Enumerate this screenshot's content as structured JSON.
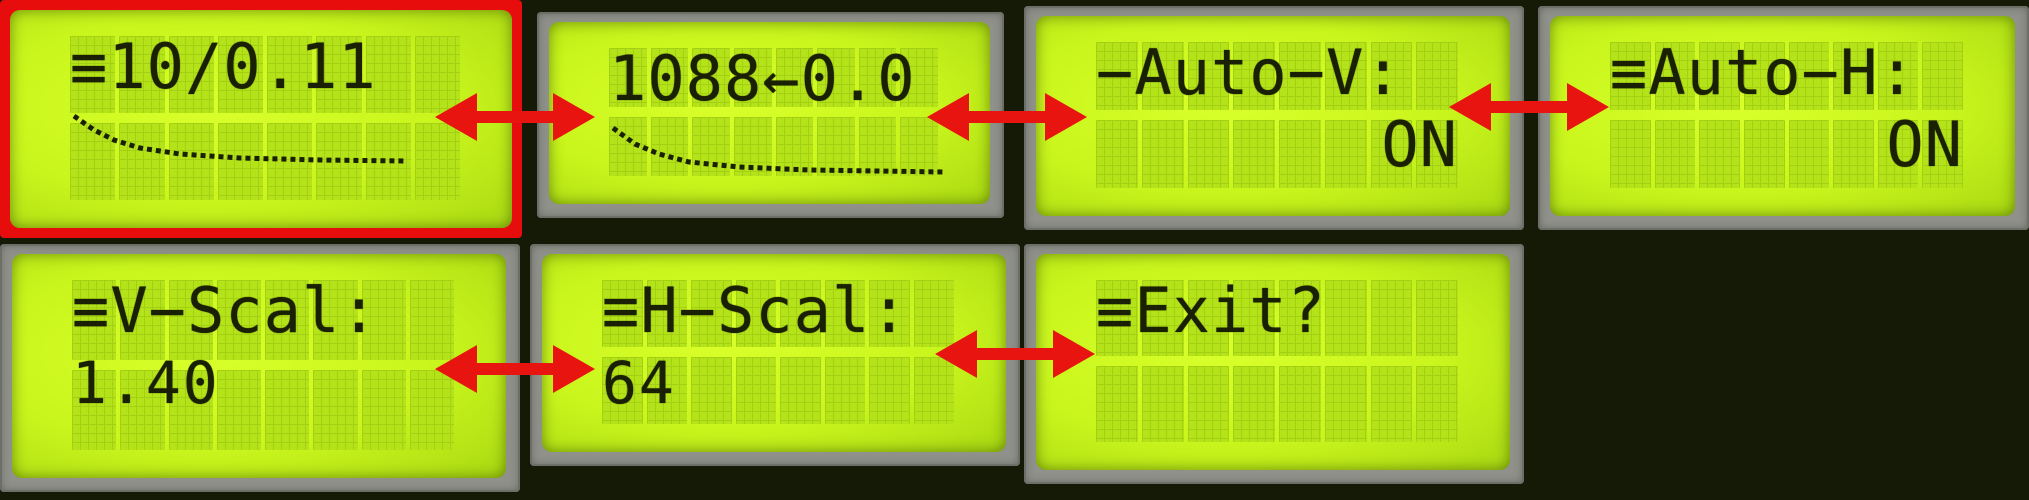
{
  "colors": {
    "background": "#141a05",
    "bezel": "#8f918a",
    "lcd": "#c8f51c",
    "text": "#1a2003",
    "selection": "#e80d0d",
    "arrow": "#e8140f"
  },
  "screens": [
    {
      "line1": "≡10/0.11",
      "line2": "",
      "graph": true,
      "selected": true
    },
    {
      "line1": "1088←0.0",
      "line2": "",
      "graph": true,
      "selected": false
    },
    {
      "line1": "−Auto−V:",
      "line2": "ON",
      "graph": false,
      "selected": false
    },
    {
      "line1": "≡Auto−H:",
      "line2": "ON",
      "graph": false,
      "selected": false
    },
    {
      "line1": "≡V−Scal:",
      "line2": "1.40",
      "graph": false,
      "selected": false
    },
    {
      "line1": "≡H−Scal:",
      "line2": "64",
      "graph": false,
      "selected": false
    },
    {
      "line1": "≡Exit?",
      "line2": "",
      "graph": false,
      "selected": false
    }
  ],
  "arrows": [
    {
      "icon": "double-arrow-icon",
      "between": "screen 1 – screen 2"
    },
    {
      "icon": "double-arrow-icon",
      "between": "screen 2 – screen 3"
    },
    {
      "icon": "double-arrow-icon",
      "between": "screen 3 – screen 4"
    },
    {
      "icon": "double-arrow-icon",
      "between": "screen 5 – screen 6"
    },
    {
      "icon": "double-arrow-icon",
      "between": "screen 6 – screen 7"
    }
  ]
}
